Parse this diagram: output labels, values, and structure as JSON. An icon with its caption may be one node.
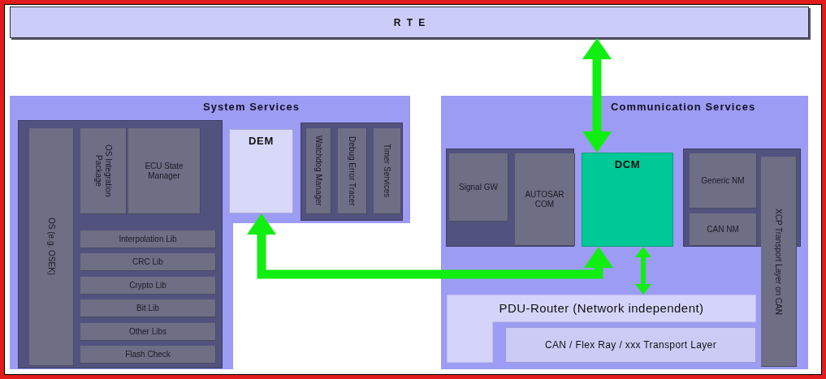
{
  "diagram": {
    "nodes": [
      {
        "text": [
          "RTE"
        ]
      },
      {
        "text": [
          "System Services"
        ]
      },
      {
        "text": [],
        "shape": "box",
        "in": 1
      },
      {
        "text": [
          "OS (e.g. OSEK)"
        ],
        "in": 2
      },
      {
        "text": [
          "OS Integration Package"
        ],
        "in": 2
      },
      {
        "text": [
          "ECU State Manager"
        ],
        "in": 2
      },
      {
        "text": [
          "Interpolation Lib"
        ],
        "in": 2
      },
      {
        "text": [
          "CRC Lib"
        ],
        "in": 2
      },
      {
        "text": [
          "Crypto Lib"
        ],
        "in": 2
      },
      {
        "text": [
          "Bit Lib"
        ],
        "in": 2
      },
      {
        "text": [
          "Other Libs"
        ],
        "in": 2
      },
      {
        "text": [
          "Flash Check"
        ],
        "in": 2
      },
      {
        "text": [
          "DEM"
        ],
        "in": 1
      },
      {
        "text": [],
        "shape": "box",
        "in": 1
      },
      {
        "text": [
          "Watchdog Manager"
        ],
        "in": 13
      },
      {
        "text": [
          "Debug Error Tracer"
        ],
        "in": 13
      },
      {
        "text": [
          "Timer Services"
        ],
        "in": 13
      },
      {
        "text": [
          "Communication Services"
        ]
      },
      {
        "text": [],
        "shape": "box",
        "in": 17
      },
      {
        "text": [
          "Signal GW"
        ],
        "in": 18
      },
      {
        "text": [
          "AUTOSAR COM"
        ],
        "in": 18
      },
      {
        "text": [
          "DCM"
        ],
        "in": 17
      },
      {
        "text": [],
        "shape": "box",
        "in": 17
      },
      {
        "text": [
          "Generic NM"
        ],
        "in": 22
      },
      {
        "text": [
          "CAN NM"
        ],
        "in": 22
      },
      {
        "text": [
          "XCP Transport Layer on CAN"
        ],
        "in": 17
      },
      {
        "text": [
          "PDU-Router (Network independent)"
        ],
        "in": 17
      },
      {
        "text": [
          "CAN / Flex Ray / xxx Transport Layer"
        ],
        "in": 17
      }
    ],
    "edges": [
      {
        "from": 0,
        "to": 21,
        "arrow": "both"
      },
      {
        "from": 12,
        "to": 21,
        "arrow": "both"
      },
      {
        "from": 21,
        "to": 26,
        "arrow": "both"
      }
    ]
  }
}
